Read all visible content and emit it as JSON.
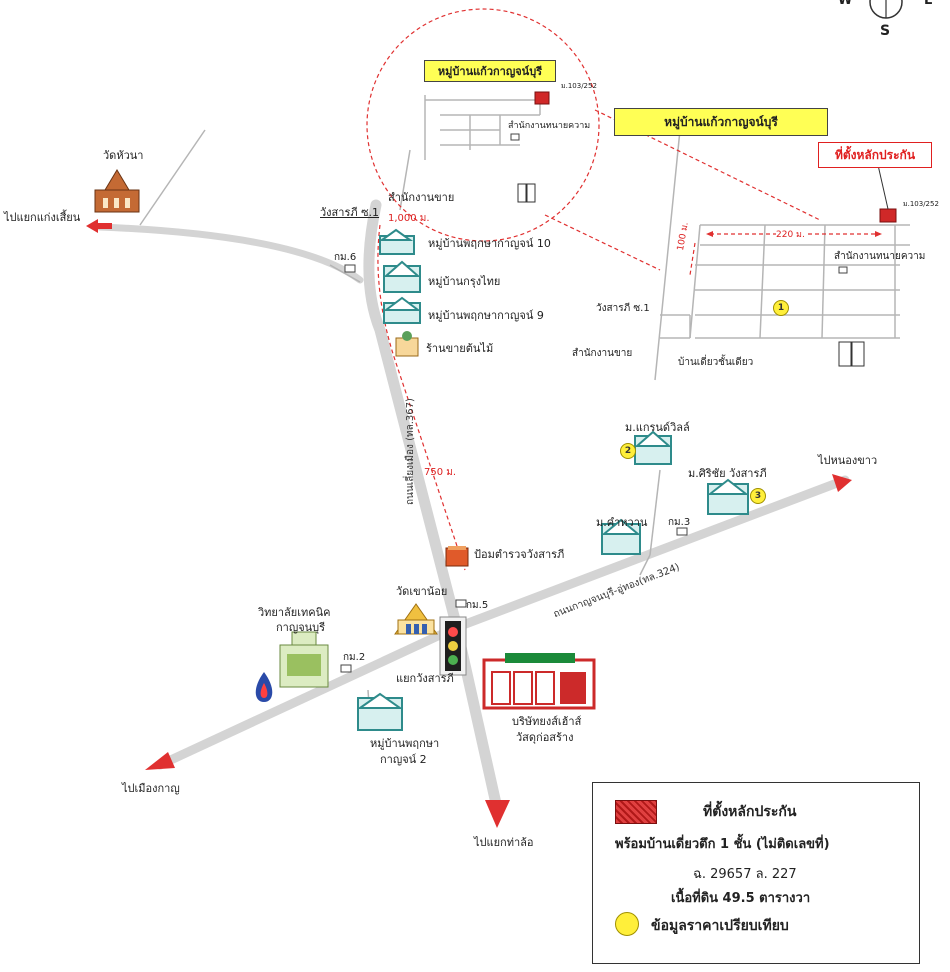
{
  "compass": {
    "west": "W",
    "east": "E",
    "south": "S"
  },
  "inset": {
    "village_label": "หมู่บ้านแก้วกาญจน์บุรี",
    "lawyer_office": "สำนักงานทนายความ",
    "parcel_no": "ม.103/252"
  },
  "detail": {
    "village_label": "หมู่บ้านแก้วกาญจน์บุรี",
    "collateral_box": "ที่ตั้งหลักประกัน",
    "parcel_no": "ม.103/252",
    "dist_220": "220 ม.",
    "dist_100": "100 ม.",
    "lawyer_office": "สำนักงานทนายความ",
    "soi": "วังสารภี ซ.1",
    "sales_office": "สำนักงานขาย",
    "single_house": "บ้านเดี่ยวชั้นเดียว"
  },
  "places": {
    "wat_hua_na": "วัดหัวนา",
    "to_kaeng_sian": "ไปแยกแก่งเสี้ยน",
    "sales_office": "สำนักงานขาย",
    "soi_1": "วังสารภี ซ.1",
    "dist_1000": "1,000 ม.",
    "km6": "กม.6",
    "pruksa10": "หมู่บ้านพฤกษากาญจน์ 10",
    "krungthai": "หมู่บ้านกรุงไทย",
    "pruksa9": "หมู่บ้านพฤกษากาญจน์ 9",
    "tree_shop": "ร้านขายต้นไม้",
    "road_367": "ถนนเลี่ยงเมือง (ทล.367)",
    "dist_750": "750 ม.",
    "grandville": "ม.แกรนด์วิลล์",
    "sirichai": "ม.ศิริชัย วังสารภี",
    "to_nong_khao": "ไปหนองขาว",
    "km3": "กม.3",
    "kham_wan": "ม.คำหวาน",
    "police_box": "ป้อมตำรวจวังสารภี",
    "road_324": "ถนนกาญจนบุรี-อู่ทอง(ทล.324)",
    "km5": "กม.5",
    "wat_khao_noi": "วัดเขาน้อย",
    "tech_college_1": "วิทยาลัยเทคนิค",
    "tech_college_2": "กาญจนบุรี",
    "km2": "กม.2",
    "intersection": "แยกวังสารภี",
    "company_1": "บริษัทยงส์เฮ้าส์",
    "company_2": "วัสดุก่อสร้าง",
    "pruksa2_1": "หมู่บ้านพฤกษา",
    "pruksa2_2": "กาญจน์ 2",
    "to_mueang_kan": "ไปเมืองกาญ",
    "to_tha_lo": "ไปแยกท่าล้อ"
  },
  "markers": {
    "m1": "1",
    "m2": "2",
    "m3": "3"
  },
  "legend": {
    "collateral": "ที่ตั้งหลักประกัน",
    "house": "พร้อมบ้านเดี่ยวตึก 1 ชั้น (ไม่ติดเลขที่)",
    "deed": "ฉ. 29657 ล. 227",
    "area": "เนื้อที่ดิน 49.5 ตารางวา",
    "comparison": "ข้อมูลราคาเปรียบเทียบ"
  },
  "colors": {
    "road": "#d8d8d8",
    "arrow": "#e03030",
    "highlight_yellow": "#ffff55",
    "collateral_red": "#d02828",
    "house_teal": "#2e8b8b"
  }
}
